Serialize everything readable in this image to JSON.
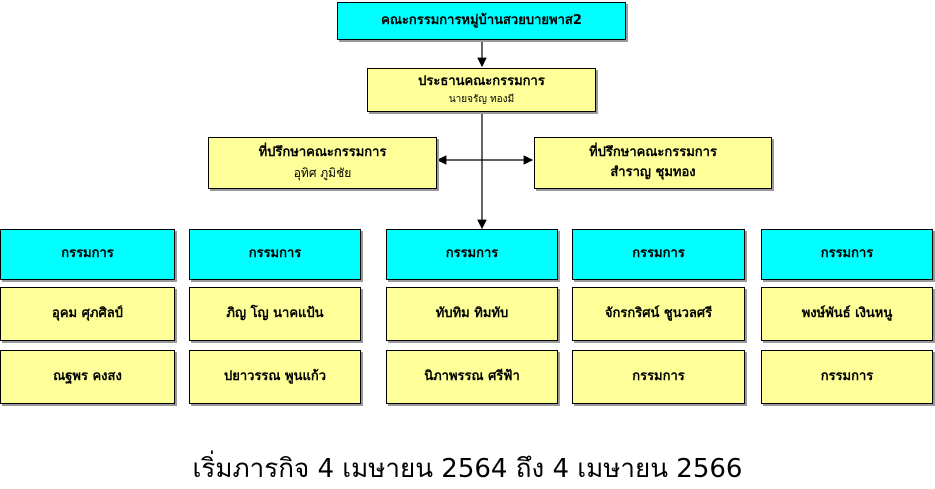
{
  "colors": {
    "header": "#00ffff",
    "body": "#ffff99",
    "border": "#000000"
  },
  "committee_title": "คณะกรรมการหมู่บ้านสวยบายพาส2",
  "chairman": {
    "title": "ประธานคณะกรรมการ",
    "name": "นายจรัญ ทองมี"
  },
  "advisors": [
    {
      "title": "ที่ปรึกษาคณะกรรมการ",
      "name": "อุทิศ  ภูมิชัย"
    },
    {
      "title": "ที่ปรึกษาคณะกรรมการ",
      "name": "สำราญ  ชุมทอง"
    }
  ],
  "columns": [
    {
      "header": "กรรมการ",
      "member1": "อุคม ศุภศิลป์",
      "member2": "ณฐพร       คงสง"
    },
    {
      "header": "กรรมการ",
      "member1": "ภิญ โญ นาคแป้น",
      "member2": "ปยาวรรณ พูนแก้ว"
    },
    {
      "header": "กรรมการ",
      "member1": "ทับทิม      ทิมทับ",
      "member2": "นิภาพรรณ ศรีฟ้า"
    },
    {
      "header": "กรรมการ",
      "member1": "จักรกริศน์   ชูนวลศรี",
      "member2": "กรรมการ"
    },
    {
      "header": "กรรมการ",
      "member1": "พงษ์พันธ์  เงินหนู",
      "member2": "กรรมการ"
    }
  ],
  "footer": "เริ่มภารกิจ 4 เมษายน 2564 ถึง 4 เมษายน  2566"
}
